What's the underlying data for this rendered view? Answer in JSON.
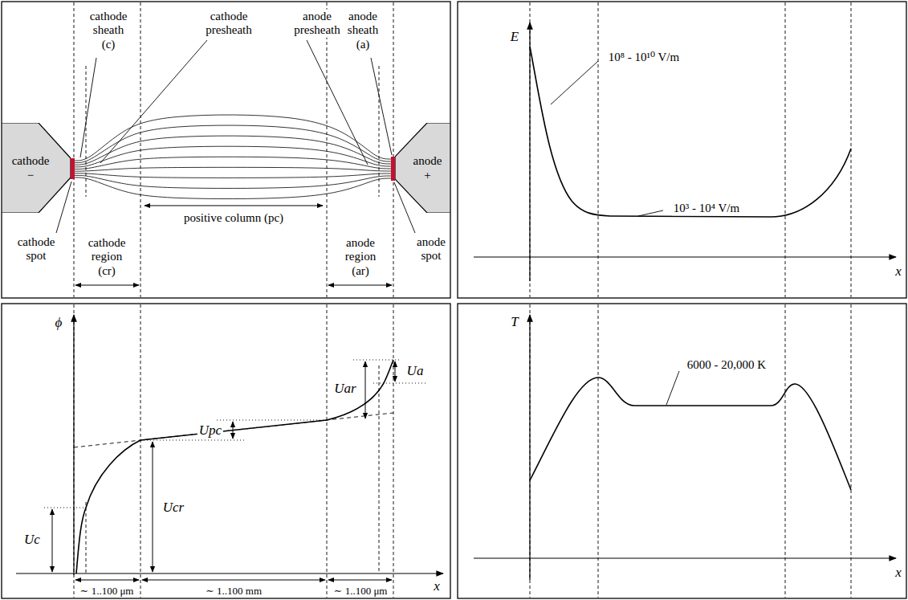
{
  "diagram": {
    "nodes": [
      {
        "text": [
          "cathode −"
        ]
      },
      {
        "text": [
          "anode +"
        ]
      }
    ],
    "labels": [
      "cathode sheath (c)",
      "cathode presheath",
      "anode presheath",
      "anode sheath (a)",
      "cathode spot",
      "cathode region (cr)",
      "positive column (pc)",
      "anode region (ar)",
      "anode spot",
      "E",
      "10⁸ - 10¹⁰ V/m",
      "10³ - 10⁴ V/m",
      "x",
      "ϕ",
      "Uc",
      "Ucr",
      "Upc",
      "Uar",
      "Ua",
      "∼ 1..100 μm",
      "∼ 1..100 mm",
      "∼ 1..100 μm",
      "x",
      "T",
      "6000 - 20,000 K",
      "x"
    ]
  }
}
